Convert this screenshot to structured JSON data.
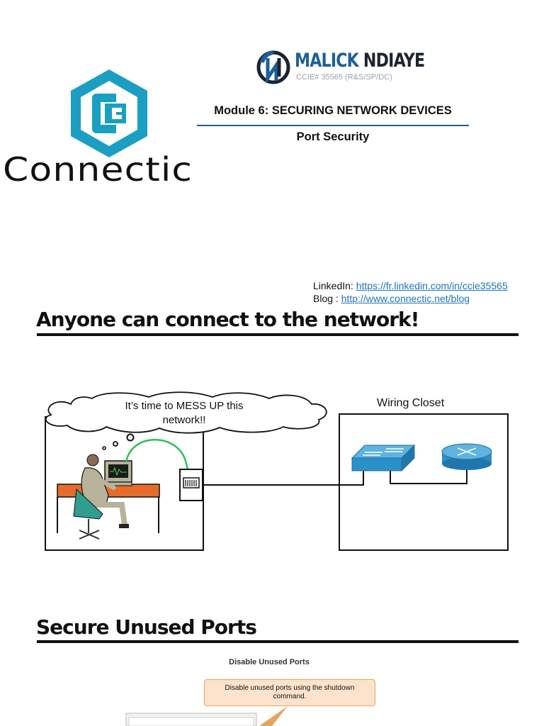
{
  "header": {
    "author_first": "MALICK",
    "author_last": "NDIAYE",
    "author_cert": "CCIE# 35565 (R&S/SP/DC)",
    "company": "Connectic",
    "module_title": "Module 6: SECURING NETWORK DEVICES",
    "module_subtitle": "Port Security"
  },
  "links": {
    "linkedin_label": "LinkedIn: ",
    "linkedin_url": "https://fr.linkedin.com/in/ccie35565",
    "blog_label": "Blog : ",
    "blog_url": "http://www.connectic.net/blog"
  },
  "section1": {
    "heading": "Anyone can connect to the network!",
    "thought_line1": "It’s time to MESS UP this",
    "thought_line2": "network!!",
    "closet_label": "Wiring Closet"
  },
  "section2": {
    "heading": "Secure Unused Ports",
    "figure_title": "Disable Unused Ports",
    "callout_line1": "Disable unused ports using the shutdown",
    "callout_line2": "command."
  },
  "colors": {
    "brand_blue": "#1f5f96",
    "logo_teal": "#1a9fc3",
    "link_blue": "#1e73be",
    "device_blue": "#2b8fc9",
    "callout_fill": "#fde3cb",
    "callout_border": "#e8a35a"
  }
}
